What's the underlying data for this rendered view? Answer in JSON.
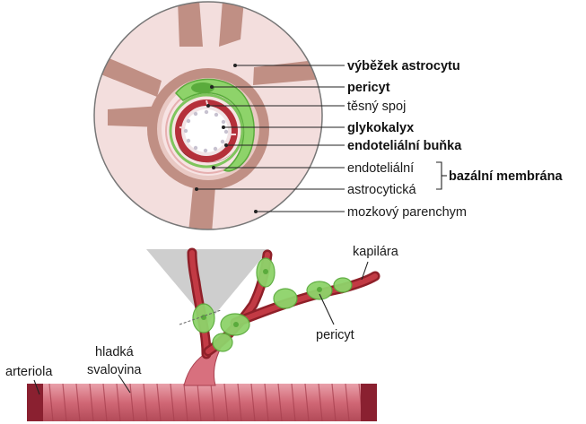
{
  "labels": {
    "astrocyte_process": "výběžek astrocytu",
    "pericyte_top": "pericyt",
    "tight_junction": "těsný spoj",
    "glycocalyx": "glykokalyx",
    "endothelial_cell": "endoteliální buňka",
    "endothelial": "endoteliální",
    "astrocytic": "astrocytická",
    "basement_membrane": "bazální membrána",
    "brain_parenchyma": "mozkový parenchym",
    "capillary": "kapilára",
    "pericyte_bottom": "pericyt",
    "arteriole": "arteriola",
    "smooth_muscle_line1": "hladká",
    "smooth_muscle_line2": "svalovina"
  },
  "colors": {
    "vessel_red": "#b5303a",
    "vessel_dark": "#7e1e26",
    "arteriole_pink": "#dc7a86",
    "pericyte_green": "#8ed36a",
    "pericyte_dark": "#5aab3c",
    "astrocyte_tan": "#c08f84",
    "parenchyma_pink": "#f3dedd",
    "inner_pink": "#f7e3e3",
    "circle_border": "#777777",
    "zoom_cone": "#c9c9c9"
  }
}
